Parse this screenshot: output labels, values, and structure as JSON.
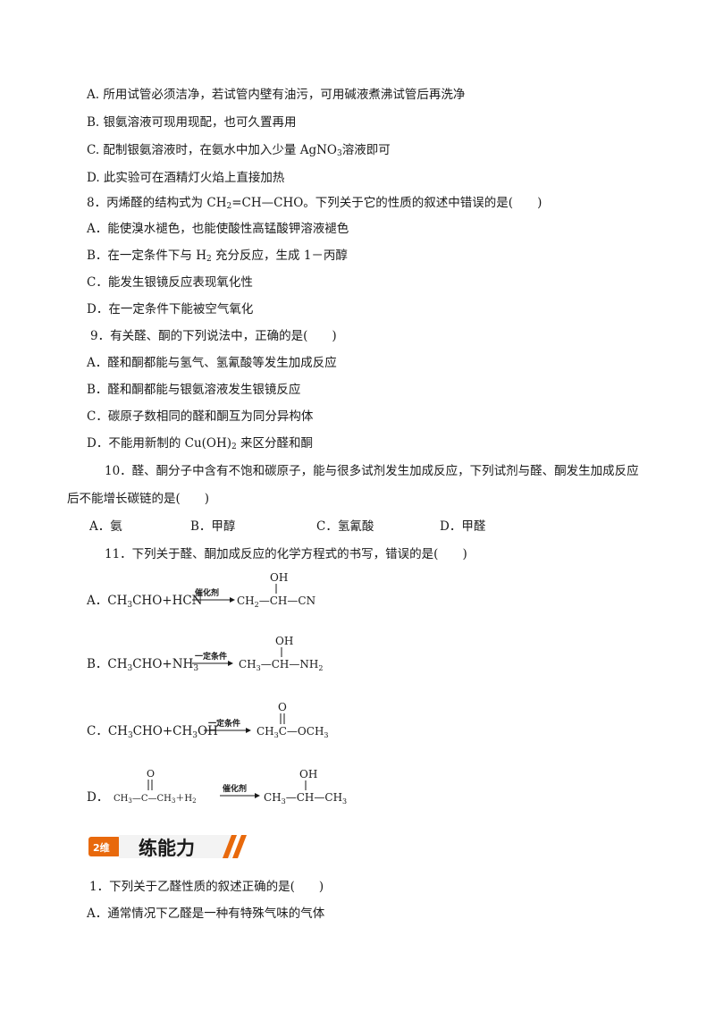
{
  "q7": {
    "optA": "A. 所用试管必须洁净，若试管内壁有油污，可用碱液煮沸试管后再洗净",
    "optB": "B. 银氨溶液可现用现配，也可久置再用",
    "optC_pre": "C. 配制银氨溶液时，在氨水中加入少量 AgNO",
    "optC_sub": "3",
    "optC_post": "溶液即可",
    "optD": "D. 此实验可在酒精灯火焰上直接加热"
  },
  "q8": {
    "stem_pre": "8．丙烯醛的结构式为 CH",
    "stem_sub": "2",
    "stem_post": "=CH—CHO。下列关于它的性质的叙述中错误的是(　　)",
    "optA": "A．能使溴水褪色，也能使酸性高锰酸钾溶液褪色",
    "optB_pre": "B．在一定条件下与 H",
    "optB_sub": "2",
    "optB_post": " 充分反应，生成 1－丙醇",
    "optC": "C．能发生银镜反应表现氧化性",
    "optD": "D．在一定条件下能被空气氧化"
  },
  "q9": {
    "stem": "9．有关醛、酮的下列说法中，正确的是(　　)",
    "optA": "A．醛和酮都能与氢气、氢氰酸等发生加成反应",
    "optB": "B．醛和酮都能与银氨溶液发生银镜反应",
    "optC": "C．碳原子数相同的醛和酮互为同分异构体",
    "optD_pre": "D．不能用新制的 Cu(OH)",
    "optD_sub": "2",
    "optD_post": " 来区分醛和酮"
  },
  "q10": {
    "stem1": "10．醛、酮分子中含有不饱和碳原子，能与很多试剂发生加成反应，下列试剂与醛、酮发生加成反应",
    "stem2": "后不能增长碳链的是(　　)",
    "optA": "A．氨",
    "optB": "B．甲醇",
    "optC": "C．氢氰酸",
    "optD": "D．甲醛"
  },
  "q11": {
    "stem": "11．下列关于醛、酮加成反应的化学方程式的书写，错误的是(　　)",
    "eqA": {
      "label": "A．CH",
      "sub1": "3",
      "rest": "CHO+HCN",
      "arrow_label": "催化剂",
      "top": "OH",
      "product_pre": "CH",
      "product_sub": "2",
      "product_post": "—CH—CN"
    },
    "eqB": {
      "label": "B．CH",
      "sub1": "3",
      "rest": "CHO+NH",
      "sub2": "3",
      "arrow_label": "一定条件",
      "top": "OH",
      "product_pre": "CH",
      "product_sub": "3",
      "product_post": "—CH—NH",
      "product_sub2": "2"
    },
    "eqC": {
      "label": "C．CH",
      "sub1": "3",
      "rest": "CHO+CH",
      "sub2": "3",
      "rest2": "OH",
      "arrow_label": "一定条件",
      "top": "O",
      "product_pre": "CH",
      "product_sub": "3",
      "product_mid": "C—OCH",
      "product_sub2": "3"
    },
    "eqD": {
      "label": "D．",
      "top": "O",
      "react_pre": "CH",
      "react_sub": "3",
      "react_mid": "—C—CH",
      "react_sub2": "3",
      "react_post": "＋H",
      "react_sub3": "2",
      "arrow_label": "催化剂",
      "prod_top": "OH",
      "product_pre": "CH",
      "product_sub": "3",
      "product_mid": "—CH—CH",
      "product_sub2": "3"
    }
  },
  "banner": {
    "badge": "2维",
    "title": "练能力",
    "colors": {
      "badge": "#e8690c",
      "stripe": "#e8690c",
      "text": "#1a1a1a"
    }
  },
  "p2q1": {
    "stem": "1．下列关于乙醛性质的叙述正确的是(　　)",
    "optA": "A．通常情况下乙醛是一种有特殊气味的气体"
  }
}
